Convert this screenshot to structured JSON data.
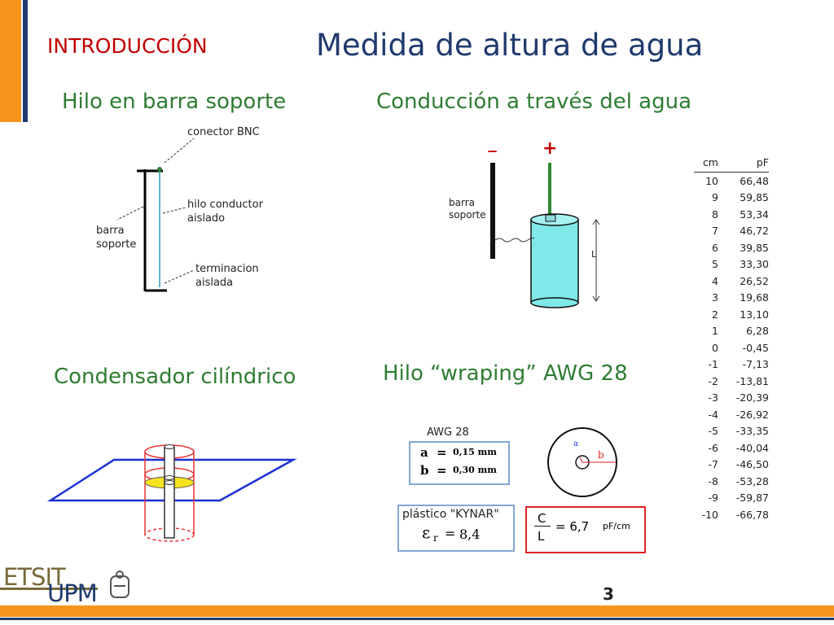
{
  "header": {
    "section_label": "INTRODUCCIÓN",
    "title": "Medida de altura de agua"
  },
  "panels": {
    "wire_bar": {
      "heading": "Hilo en barra soporte",
      "labels": {
        "bnc": "conector BNC",
        "wire_1": "hilo conductor",
        "wire_2": "aislado",
        "bar_1": "barra",
        "bar_2": "soporte",
        "term_1": "terminacion",
        "term_2": "aislada"
      }
    },
    "water_conduction": {
      "heading": "Conducción a través del agua",
      "labels": {
        "minus": "–",
        "plus": "+",
        "bar_1": "barra",
        "bar_2": "soporte",
        "length": "L"
      }
    },
    "capacitor": {
      "heading": "Condensador cilíndrico"
    },
    "wrapping": {
      "heading": "Hilo “wraping” AWG 28",
      "awg_title": "AWG 28",
      "a_label": "a",
      "a_eq": "=",
      "a_value": "0,15 mm",
      "b_label": "b",
      "b_eq": "=",
      "b_value": "0,30 mm",
      "plastic_title": "plástico \"KYNAR\"",
      "epsilon": "ε",
      "epsilon_sub": "r",
      "epsilon_eq": "=",
      "epsilon_value": "8,4",
      "ratio_num": "C",
      "ratio_den": "L",
      "ratio_eq": "= 6,7",
      "ratio_unit": "pF/cm",
      "circle_a": "a",
      "circle_b": "b"
    }
  },
  "capacitance_table": {
    "headers": [
      "cm",
      "pF"
    ],
    "rows": [
      [
        "10",
        "66,48"
      ],
      [
        "9",
        "59,85"
      ],
      [
        "8",
        "53,34"
      ],
      [
        "7",
        "46,72"
      ],
      [
        "6",
        "39,85"
      ],
      [
        "5",
        "33,30"
      ],
      [
        "4",
        "26,52"
      ],
      [
        "3",
        "19,68"
      ],
      [
        "2",
        "13,10"
      ],
      [
        "1",
        "6,28"
      ],
      [
        "0",
        "-0,45"
      ],
      [
        "-1",
        "-7,13"
      ],
      [
        "-2",
        "-13,81"
      ],
      [
        "-3",
        "-20,39"
      ],
      [
        "-4",
        "-26,92"
      ],
      [
        "-5",
        "-33,35"
      ],
      [
        "-6",
        "-40,04"
      ],
      [
        "-7",
        "-46,50"
      ],
      [
        "-8",
        "-53,28"
      ],
      [
        "-9",
        "-59,87"
      ],
      [
        "-10",
        "-66,78"
      ]
    ]
  },
  "footer": {
    "page_number": "3",
    "logo_etsit": "ETSIT",
    "logo_upm": "UPM"
  },
  "colors": {
    "accent_orange": "#f7941d",
    "title_navy": "#1f3a6e",
    "section_red": "#c00000",
    "heading_green": "#2e7d32"
  }
}
